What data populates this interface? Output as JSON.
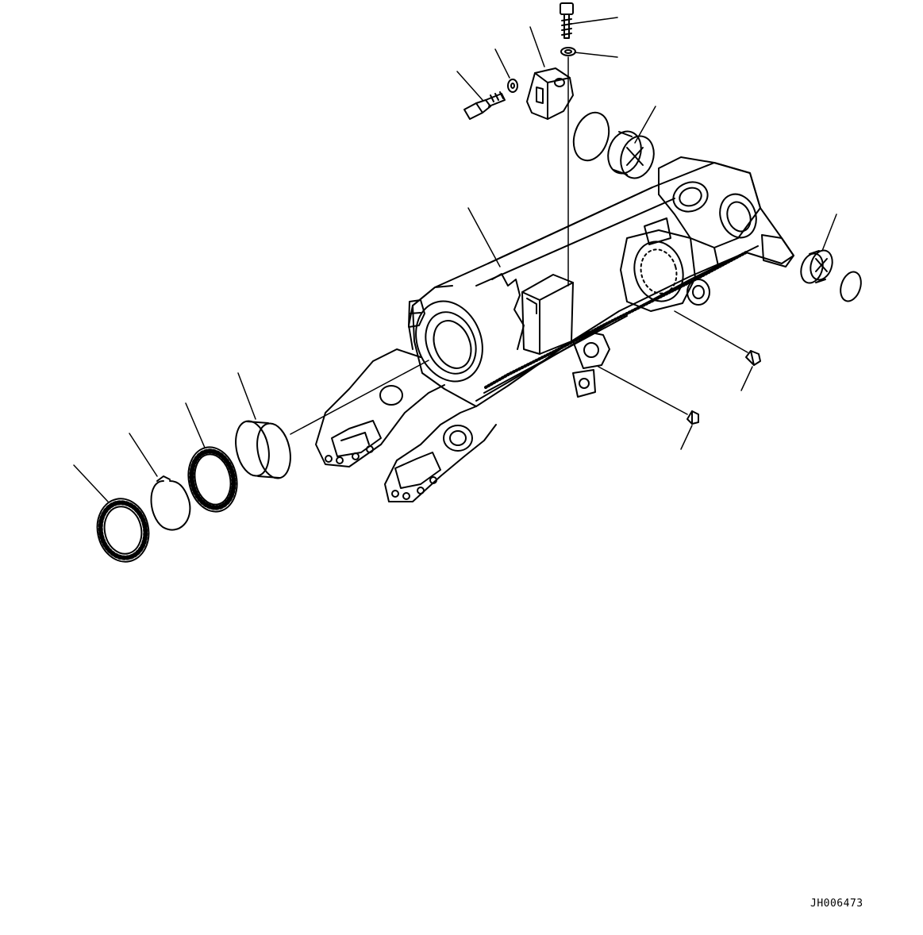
{
  "drawing": {
    "id": "JH006473"
  },
  "parts": [
    "frame",
    "bolt",
    "washer",
    "bracket",
    "o-ring",
    "bushing",
    "seal",
    "snap-ring",
    "dust-seal",
    "grease-fitting"
  ]
}
